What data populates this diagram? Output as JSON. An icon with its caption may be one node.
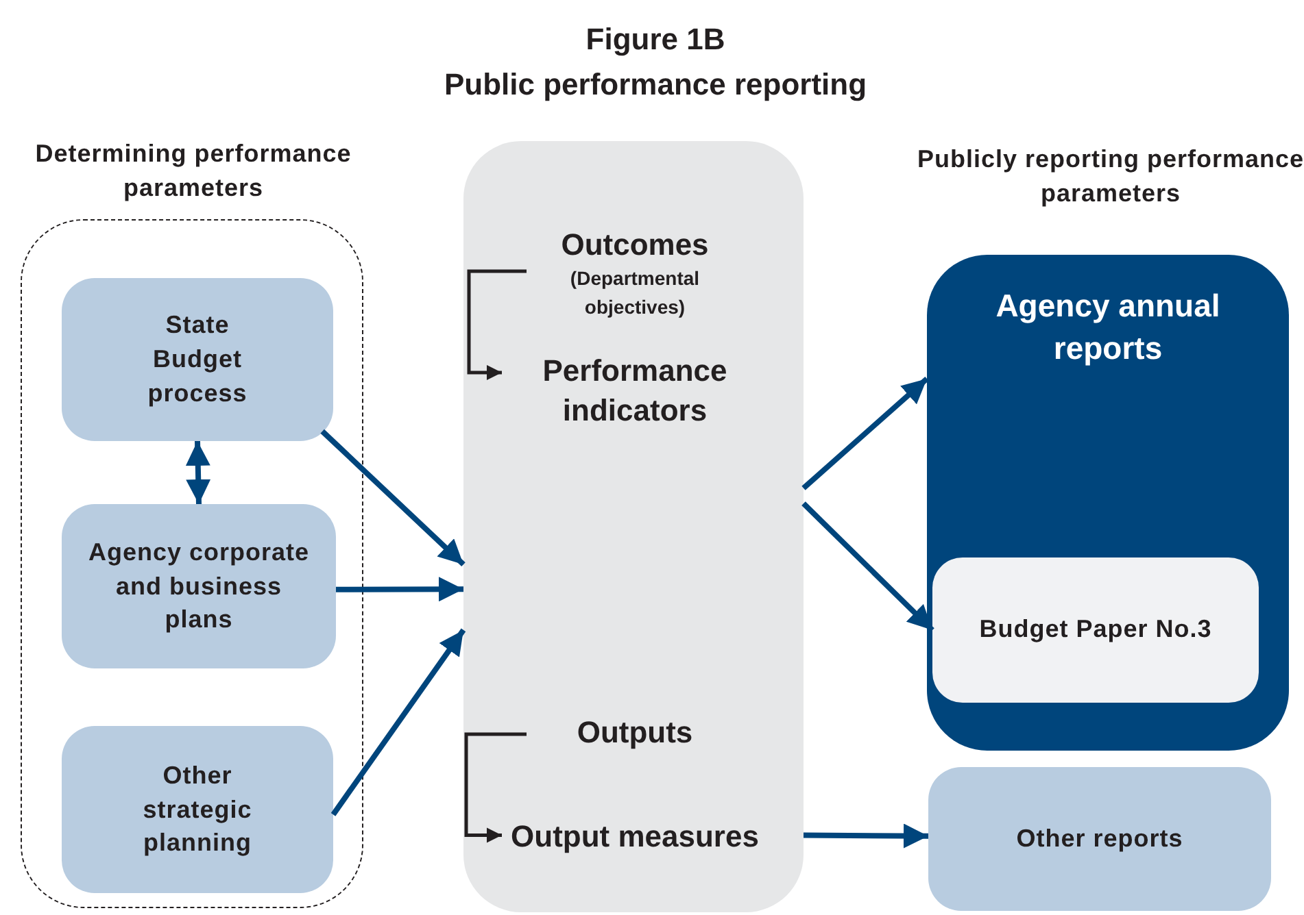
{
  "diagram": {
    "title": "Public performance reporting",
    "nodes": [
      {
        "text": [
          "Determining performance parameters"
        ]
      },
      {
        "text": [
          "State Budget process"
        ],
        "in": 0
      },
      {
        "text": [
          "Agency corporate and business plans"
        ],
        "in": 0
      },
      {
        "text": [
          "Other strategic planning"
        ],
        "in": 0
      },
      {
        "text": [],
        "shape": "box"
      },
      {
        "text": [
          "Outcomes",
          "(Departmental objectives)"
        ],
        "in": 4
      },
      {
        "text": [
          "Performance indicators"
        ],
        "in": 4
      },
      {
        "text": [
          "Outputs"
        ],
        "in": 4
      },
      {
        "text": [
          "Output measures"
        ],
        "in": 4
      },
      {
        "text": [
          "Agency annual reports"
        ]
      },
      {
        "text": [
          "Budget Paper No.3"
        ],
        "in": 9
      },
      {
        "text": [
          "Other reports"
        ]
      }
    ],
    "edges": [
      {
        "from": 1,
        "to": 2,
        "arrow": "both"
      },
      {
        "from": 1,
        "to": 4,
        "arrow": "to"
      },
      {
        "from": 2,
        "to": 4,
        "arrow": "to"
      },
      {
        "from": 3,
        "to": 4,
        "arrow": "to"
      },
      {
        "from": 4,
        "to": 9,
        "arrow": "to"
      },
      {
        "from": 4,
        "to": 10,
        "arrow": "to"
      },
      {
        "from": 4,
        "to": 11,
        "arrow": "to"
      },
      {
        "from": 5,
        "to": 6,
        "arrow": "to",
        "color": "#231f20"
      },
      {
        "from": 7,
        "to": 8,
        "arrow": "to",
        "color": "#231f20"
      }
    ],
    "labels": [
      "Figure 1B",
      "Publicly reporting performance parameters"
    ]
  }
}
